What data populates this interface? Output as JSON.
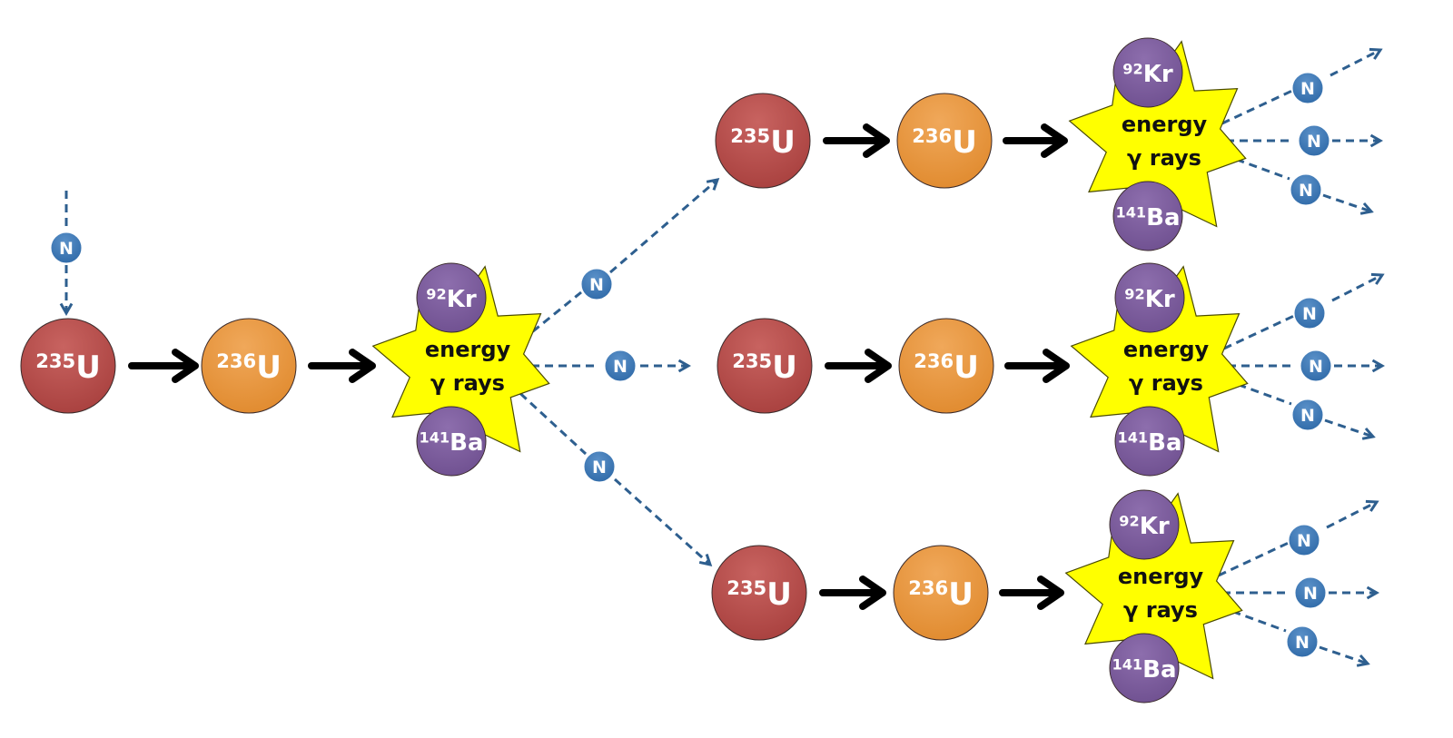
{
  "title": "Uranium-235 nuclear fission chain reaction",
  "colors": {
    "u235": "#a8403e",
    "u235_light": "#c86360",
    "u236": "#e08a2e",
    "u236_light": "#f0a85a",
    "product": "#6f5090",
    "product_light": "#8d6ead",
    "burst": "#ffff00",
    "neutron": "#2f6aa8",
    "neutron_light": "#5a90c8",
    "neutron_path": "#2e5f8f",
    "arrow": "#000000"
  },
  "labels": {
    "u235": {
      "mass": "235",
      "symbol": "U"
    },
    "u236": {
      "mass": "236",
      "symbol": "U"
    },
    "kr": {
      "mass": "92",
      "symbol": "Kr"
    },
    "ba": {
      "mass": "141",
      "symbol": "Ba"
    },
    "neutron": "N",
    "burst_line1": "energy",
    "burst_line2": "γ rays"
  },
  "stages": [
    {
      "id": "gen1",
      "neutrons_out": 3
    },
    {
      "id": "gen2-top",
      "neutrons_out": 3
    },
    {
      "id": "gen2-middle",
      "neutrons_out": 3
    },
    {
      "id": "gen2-bottom",
      "neutrons_out": 3
    }
  ]
}
